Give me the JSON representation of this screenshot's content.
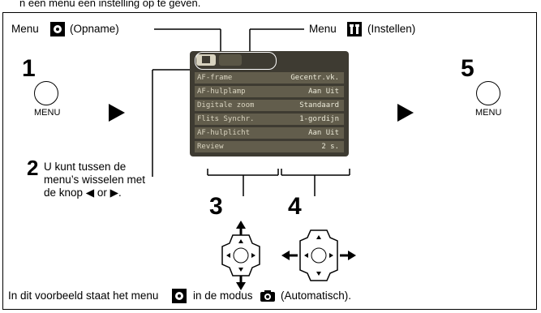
{
  "header": {
    "text": "n een menu een instelling op te geven."
  },
  "labels": {
    "menu_opname_pre": "Menu",
    "menu_opname_post": "(Opname)",
    "menu_instellen_pre": "Menu",
    "menu_instellen_post": "(Instellen)"
  },
  "steps": {
    "s1": "1",
    "s2": "2",
    "s3": "3",
    "s4": "4",
    "s5": "5"
  },
  "buttons": {
    "menu_left": "MENU",
    "menu_right": "MENU"
  },
  "step2_text": [
    "U kunt tussen de",
    "menu’s wisselen met",
    "de knop ◀ or ▶."
  ],
  "screen": {
    "rows": [
      {
        "label": "AF-frame",
        "value": "Gecentr.vk."
      },
      {
        "label": "AF-hulplamp",
        "value": "Aan  Uit"
      },
      {
        "label": "Digitale zoom",
        "value": "Standaard"
      },
      {
        "label": "Flits Synchr.",
        "value": "1-gordijn"
      },
      {
        "label": "AF-hulplicht",
        "value": "Aan  Uit"
      },
      {
        "label": "Review",
        "value": "2 s."
      }
    ]
  },
  "footer": {
    "pre": "In dit voorbeeld staat het menu",
    "mid": "in de modus",
    "post": "(Automatisch)."
  },
  "colors": {
    "screen_bg": "#3e3b32",
    "row_bg": "#625d4c",
    "tab_active": "#d8d3c0"
  }
}
